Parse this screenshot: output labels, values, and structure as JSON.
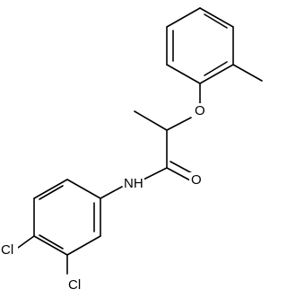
{
  "molecule": {
    "atoms": {
      "oxygen_ether": "O",
      "oxygen_carbonyl": "O",
      "amide_nitrogen": "NH",
      "chlorine_upper": "Cl",
      "chlorine_lower": "Cl"
    }
  }
}
